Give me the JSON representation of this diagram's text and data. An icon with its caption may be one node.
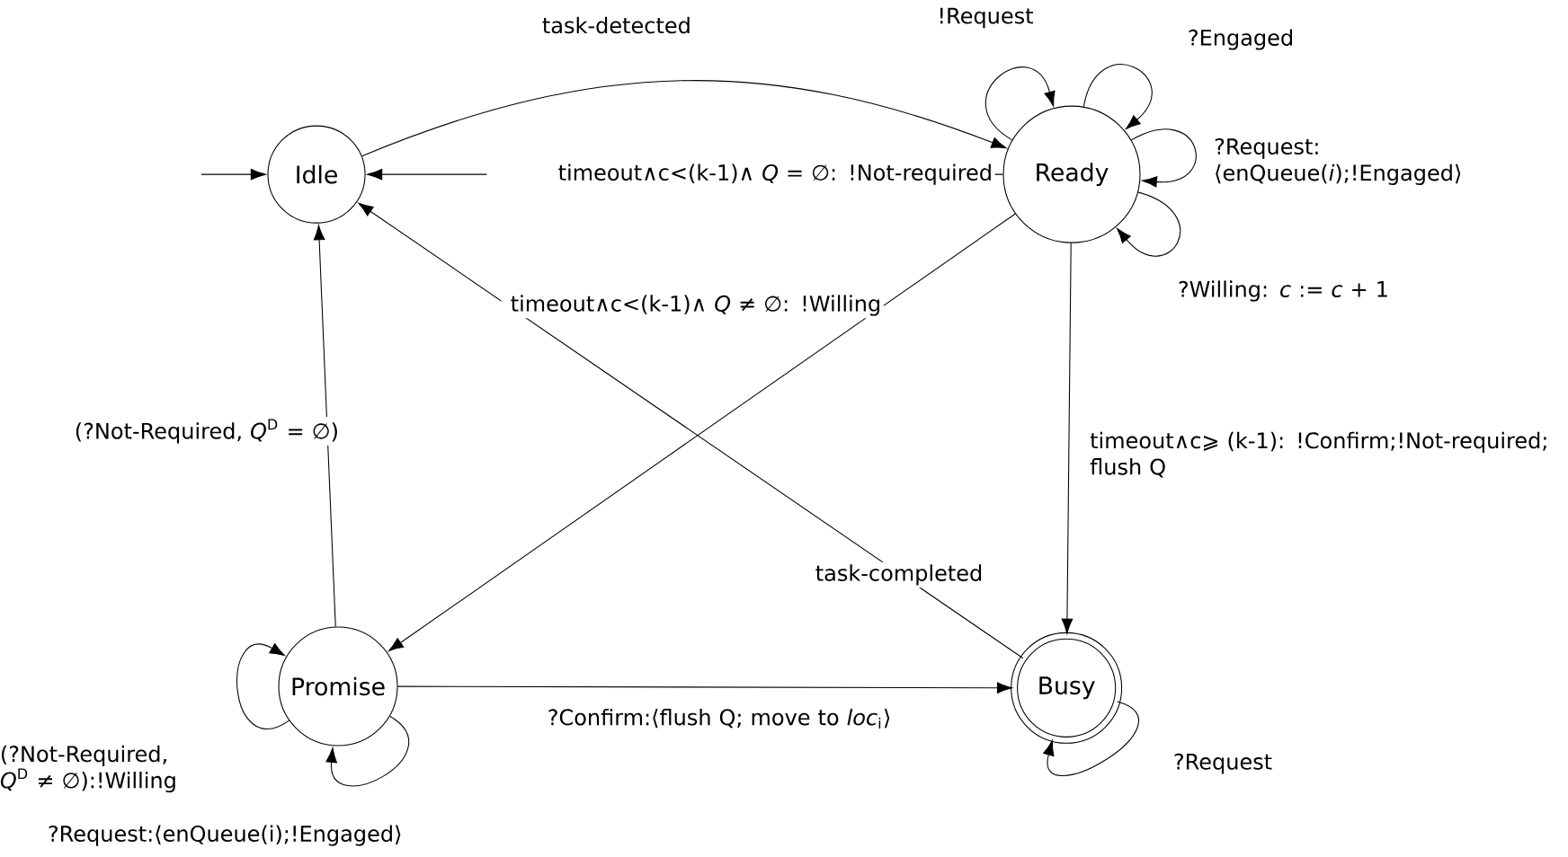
{
  "diagram": {
    "nodes": [
      {
        "text": [
          "Idle"
        ]
      },
      {
        "text": [
          "Ready"
        ]
      },
      {
        "text": [
          "Promise"
        ]
      },
      {
        "text": [
          "Busy"
        ]
      }
    ],
    "edges": [
      {
        "from": null,
        "to": 0,
        "arrow": "to"
      },
      {
        "from": 0,
        "to": 1,
        "arrow": "to",
        "label": "task-detected"
      },
      {
        "from": 1,
        "to": 0,
        "arrow": "to",
        "label": "timeout∧c<(k-1)∧ *Q* = ∅: !Not-required"
      },
      {
        "from": 1,
        "to": 1,
        "arrow": "to",
        "label": "!Request"
      },
      {
        "from": 1,
        "to": 1,
        "arrow": "to",
        "label": "?Engaged"
      },
      {
        "from": 1,
        "to": 1,
        "arrow": "to",
        "label": "?Request: ⟨enQueue(*i*);!Engaged⟩"
      },
      {
        "from": 1,
        "to": 1,
        "arrow": "to",
        "label": "?Willing: *c* := *c* + 1"
      },
      {
        "from": 1,
        "to": 2,
        "arrow": "to",
        "label": "timeout∧c<(k-1)∧ *Q* ≠ ∅: !Willing"
      },
      {
        "from": 1,
        "to": 3,
        "arrow": "to",
        "label": "timeout∧c⩾ (k-1): !Confirm;!Not-required; flush Q"
      },
      {
        "from": 2,
        "to": 0,
        "arrow": "to",
        "label": "(?Not-Required, *Q*$^{D}$ = ∅)"
      },
      {
        "from": 3,
        "to": 0,
        "arrow": "to",
        "label": "task-completed"
      },
      {
        "from": 2,
        "to": 3,
        "arrow": "to",
        "label": "?Confirm:⟨flush Q; move to *loc*$_{i}$⟩"
      },
      {
        "from": 2,
        "to": 2,
        "arrow": "to",
        "label": "(?Not-Required, *Q*$^{D}$ ≠ ∅):!Willing"
      },
      {
        "from": 2,
        "to": 2,
        "arrow": "to",
        "label": "?Request:⟨enQueue(i);!Engaged⟩"
      },
      {
        "from": 3,
        "to": 3,
        "arrow": "to",
        "label": "?Request"
      }
    ]
  }
}
